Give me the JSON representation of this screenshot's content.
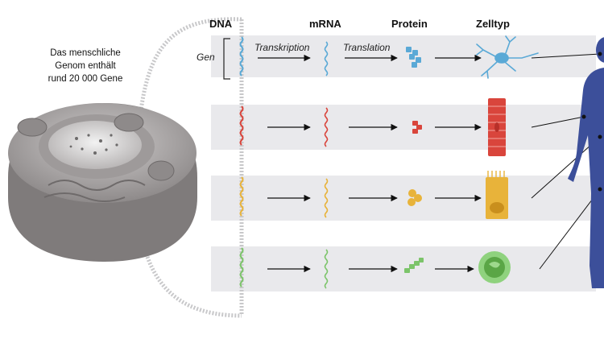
{
  "headers": {
    "dna": "DNA",
    "mrna": "mRNA",
    "protein": "Protein",
    "celltype": "Zelltyp"
  },
  "labels": {
    "gene": "Gen",
    "transcription": "Transkription",
    "translation": "Translation"
  },
  "description": {
    "line1": "Das menschliche",
    "line2": "Genom enthält",
    "line3": "rund 20 000 Gene"
  },
  "colors": {
    "row1": "#5aa9d6",
    "row2": "#d9453c",
    "row3": "#e8b33a",
    "row4": "#7cc46a",
    "band": "#e9e9ec",
    "body": "#3c4f9a"
  },
  "rows": [
    {
      "id": "neuron",
      "cell": "neuron-icon"
    },
    {
      "id": "muscle",
      "cell": "muscle-cell-icon"
    },
    {
      "id": "epithelial",
      "cell": "epithelial-cell-icon"
    },
    {
      "id": "immune",
      "cell": "immune-cell-icon"
    }
  ]
}
